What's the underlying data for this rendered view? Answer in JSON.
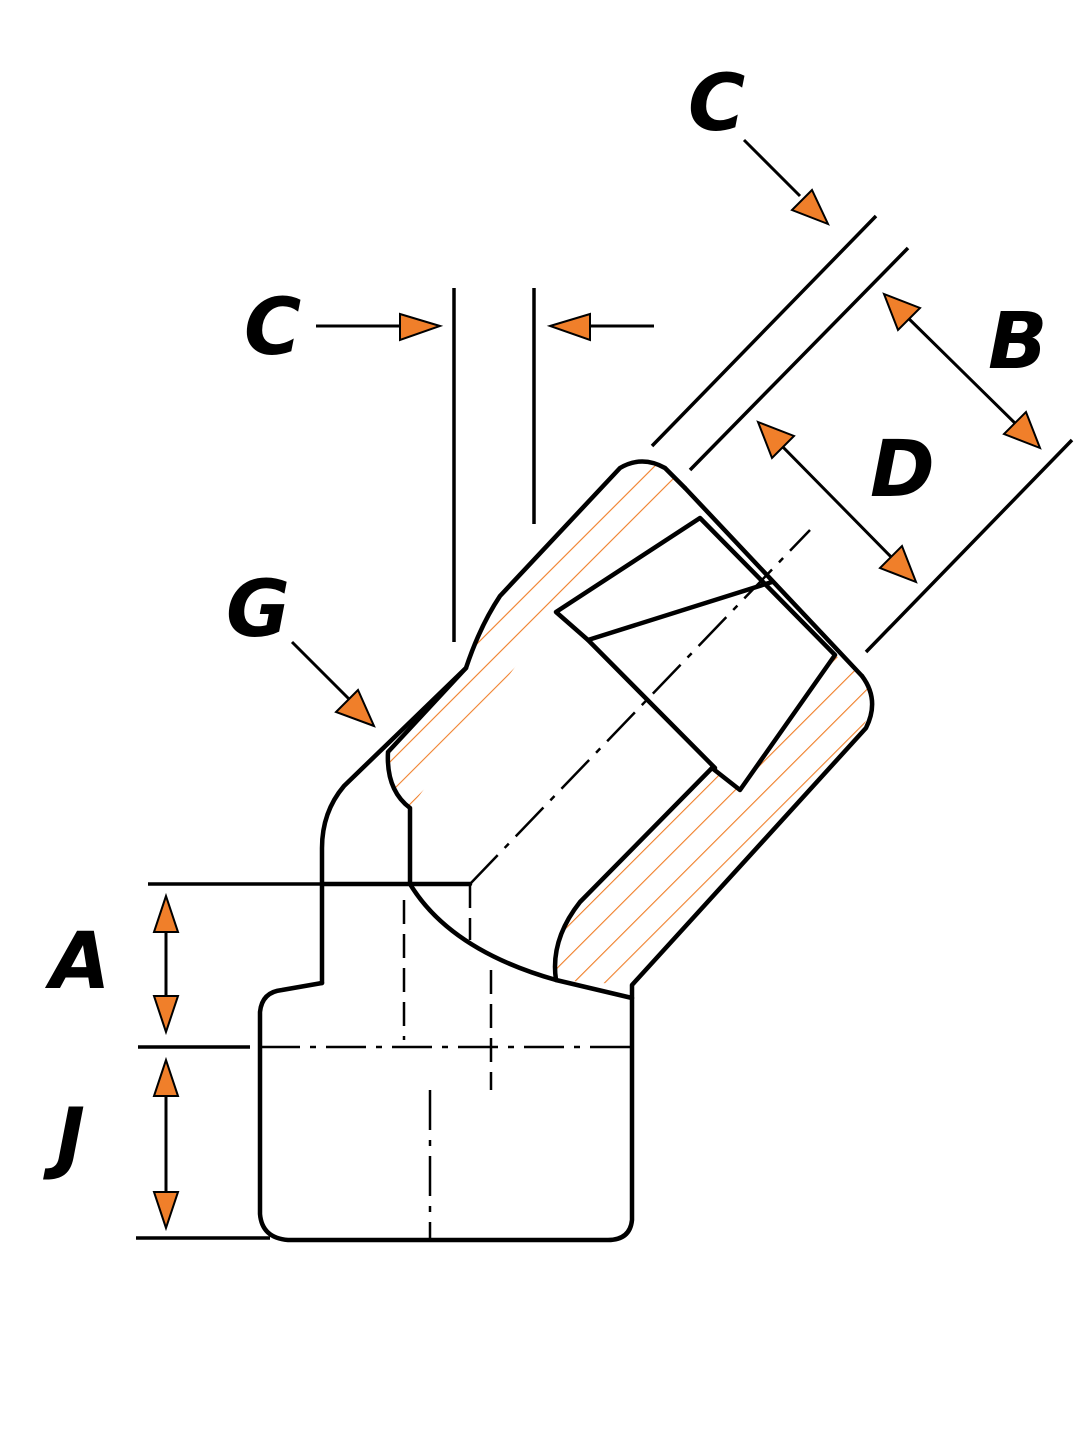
{
  "labels": {
    "c_top": "C",
    "c_mid": "C",
    "b": "B",
    "d": "D",
    "g": "G",
    "a": "A",
    "j": "J"
  },
  "colors": {
    "line": "#000000",
    "hatch": "#f07f2a",
    "arrow": "#f07f2a",
    "background": "#ffffff"
  }
}
